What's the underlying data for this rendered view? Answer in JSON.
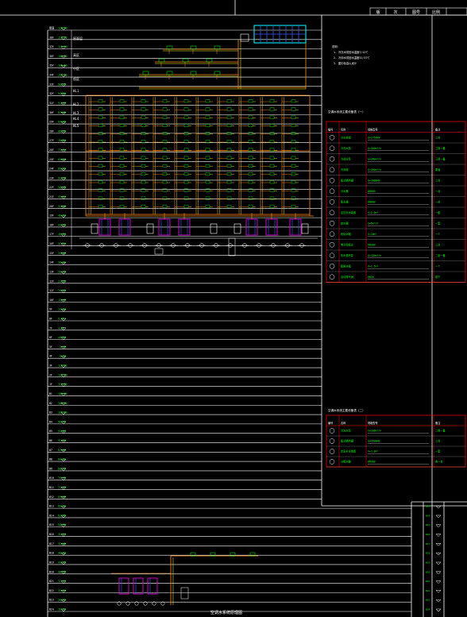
{
  "title_block": {
    "cells": [
      "版",
      "次",
      "图号",
      "比例"
    ]
  },
  "floor_labels": [
    "屋面",
    "38F",
    "37F",
    "36F",
    "35F",
    "34F",
    "33F",
    "32F",
    "31F",
    "30F",
    "29F",
    "28F",
    "27F",
    "26F",
    "25F",
    "24F",
    "23F",
    "22F",
    "21F",
    "20F",
    "19F",
    "18F",
    "17F",
    "16F",
    "15F",
    "14F",
    "13F",
    "12F",
    "11F",
    "10F",
    "9F",
    "8F",
    "7F",
    "6F",
    "5F",
    "4F",
    "3F",
    "2F",
    "1F",
    "B1",
    "B2",
    "B3",
    "B4",
    "B5",
    "B6",
    "B7",
    "B8",
    "B9",
    "B10",
    "B11",
    "B12",
    "B13",
    "B14",
    "B15",
    "B16",
    "B17",
    "B18",
    "B19",
    "B20",
    "B21",
    "B22",
    "B23",
    "B24"
  ],
  "elevations": [
    "120.00",
    "116.40",
    "112.80",
    "109.20",
    "105.60",
    "102.00",
    "98.40",
    "94.80",
    "91.20",
    "87.60",
    "84.00",
    "80.40",
    "76.80",
    "73.20",
    "69.60",
    "66.00",
    "62.40",
    "58.80",
    "55.20",
    "51.60",
    "48.00",
    "44.40",
    "40.80",
    "37.20",
    "33.60",
    "30.00",
    "26.40",
    "22.80",
    "19.20",
    "15.60",
    "12.00",
    "8.40",
    "4.80",
    "±0.00",
    "-4.50",
    "-9.00"
  ],
  "zone_labels": [
    "屋面层",
    "高区",
    "中区",
    "低区",
    "HL1",
    "HL2",
    "HL3",
    "HL4",
    "HL5"
  ],
  "legend1": {
    "title": "空调水系统主要设备表（一）",
    "headers": [
      "编号",
      "名称",
      "规格型号",
      "备注"
    ],
    "rows": [
      [
        "1",
        "冷水机组",
        "Q=1758kW",
        "二台"
      ],
      [
        "2",
        "冷冻水泵",
        "G=300m³/h",
        "三用一备"
      ],
      [
        "3",
        "冷却水泵",
        "G=360m³/h",
        "三用一备"
      ],
      [
        "4",
        "冷却塔",
        "G=400m³/h",
        "屋面"
      ],
      [
        "5",
        "板式换热器",
        "Q=2000kW",
        "二台"
      ],
      [
        "6",
        "分水器",
        "DN600",
        "一台"
      ],
      [
        "7",
        "集水器",
        "DN600",
        "一台"
      ],
      [
        "8",
        "定压补水装置",
        "V=2.0m³",
        "一套"
      ],
      [
        "9",
        "软水器",
        "G=5m³/h",
        "一套"
      ],
      [
        "10",
        "软化水箱",
        "V=10m³",
        "一个"
      ],
      [
        "11",
        "电子除垢仪",
        "DN300",
        "二台"
      ],
      [
        "12",
        "热水循环泵",
        "G=120m³/h",
        "二用一备"
      ],
      [
        "13",
        "膨胀水箱",
        "V=1.5m³",
        "一个"
      ],
      [
        "14",
        "自动排气阀",
        "DN20",
        "若干"
      ]
    ]
  },
  "legend2": {
    "title": "空调水系统主要设备表（二）",
    "headers": [
      "编号",
      "名称",
      "规格型号",
      "备注"
    ],
    "rows": [
      [
        "1",
        "冷冻水泵",
        "G=200m³/h",
        "二用一备"
      ],
      [
        "2",
        "板式换热器",
        "Q=1500kW",
        "二台"
      ],
      [
        "3",
        "定压补水装置",
        "V=1.0m³",
        "一套"
      ],
      [
        "4",
        "分集水器",
        "DN400",
        "各一台"
      ]
    ]
  },
  "notes": [
    "说明：",
    "1. 冷冻水供回水温度7/12℃",
    "2. 冷却水供回水温度32/37℃",
    "3. 图中标高以米计"
  ],
  "bottom_title": "空调水系统原理图",
  "colors": {
    "floor_line": "#ffffff",
    "pipe": "#ff8c00",
    "riser": "#ffff00",
    "chiller": "#ff00ff",
    "green_text": "#00ff00",
    "red_frame": "#ff0000",
    "cyan": "#00ffff",
    "blue": "#3a5bff"
  }
}
